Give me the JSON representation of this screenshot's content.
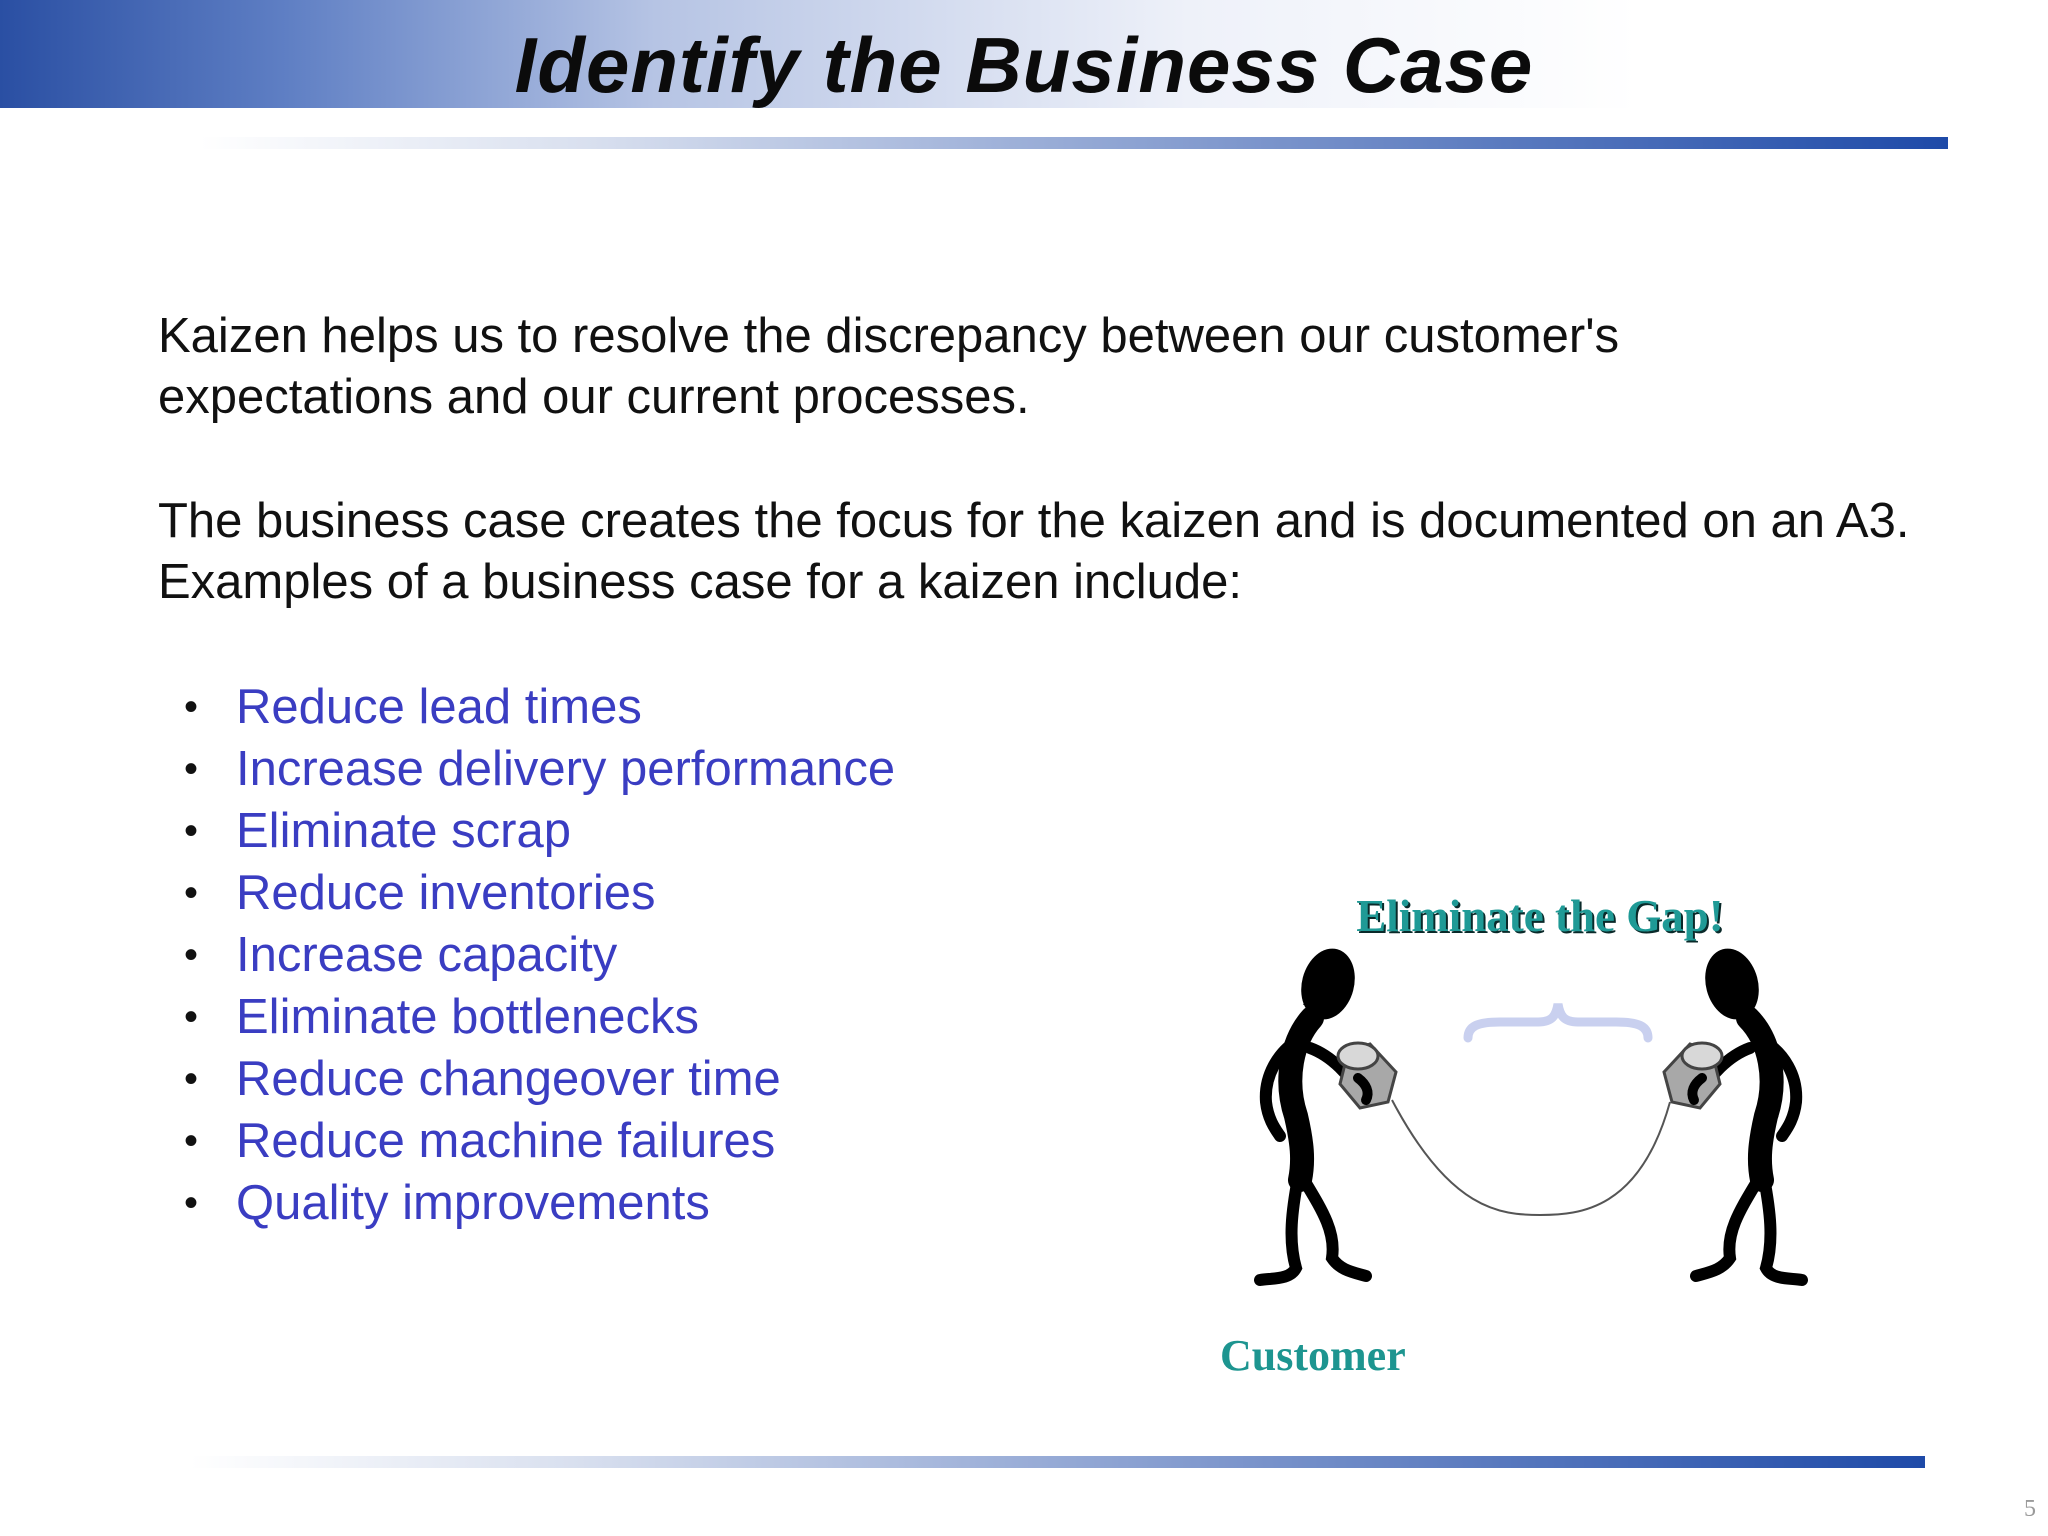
{
  "slide": {
    "title": "Identify the Business Case",
    "paragraph1": "Kaizen helps us to resolve the discrepancy between our customer's expectations and our current processes.",
    "paragraph2": "The business case creates the focus for the kaizen and is documented on an A3.  Examples of a business case for a kaizen include:",
    "bullet_glyph": "•",
    "bullets": [
      "Reduce lead times",
      "Increase delivery performance",
      "Eliminate scrap",
      "Reduce inventories",
      "Increase capacity",
      "Eliminate bottlenecks",
      "Reduce changeover time",
      "Reduce machine failures",
      "Quality improvements"
    ],
    "page_number": "5"
  },
  "illustration": {
    "gap_label": "Eliminate the Gap!",
    "customer_label": "Customer",
    "label_color": "#1f9a96",
    "bullet_text_color": "#3a3dc2"
  }
}
